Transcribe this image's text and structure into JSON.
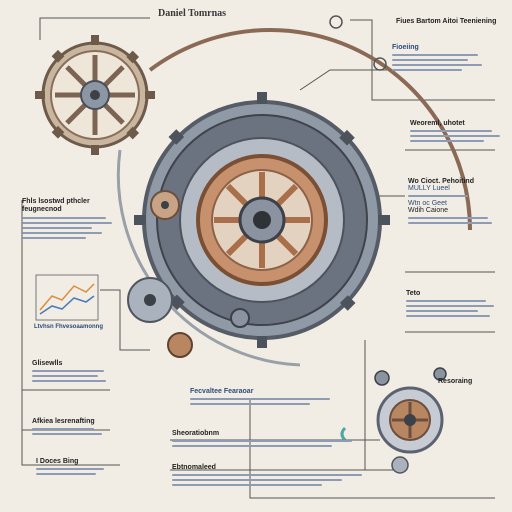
{
  "header": {
    "title": "Daniel Tomrnas",
    "top_right_title": "Fiues Bartom Aitoi Teeniening"
  },
  "labels": {
    "tr_heading": "Fioeiing",
    "right_mid_heading": "Weoreml, uhotet",
    "right_mid2_heading": "Wo Cioct. Pehoitind",
    "right_mid2_sub1": "MULLY Lueel",
    "right_mid2_sub2": "Wtn oc Geet",
    "right_mid2_sub3": "Wdih Caione",
    "right_lower_heading": "Teto",
    "right_bottom_label": "Resoraing",
    "left_top_heading": "Fhls lsostwd pthcler feugnecnod",
    "left_chart_label": "Ltvhsn Fhvesoaamonng",
    "left_mid_heading": "Glisewlls",
    "left_lower_heading": "Afkiea lesrenafting",
    "left_bottom_heading": "I Doces Bing",
    "center_bottom_heading1": "Fecvaltee Fearaoar",
    "center_bottom_heading2": "Sheoratiobnm",
    "center_bottom_heading3": "Ebtnomaleed"
  },
  "colors": {
    "background": "#f1ede4",
    "text_lines": "#8e9bb4",
    "gear_bronze": "#b98662",
    "gear_steel": "#7c8594",
    "accent_teal": "#4fa6a4"
  },
  "icons": [
    "gear-icon",
    "cog-cluster-icon",
    "circle-bullet-icon"
  ]
}
